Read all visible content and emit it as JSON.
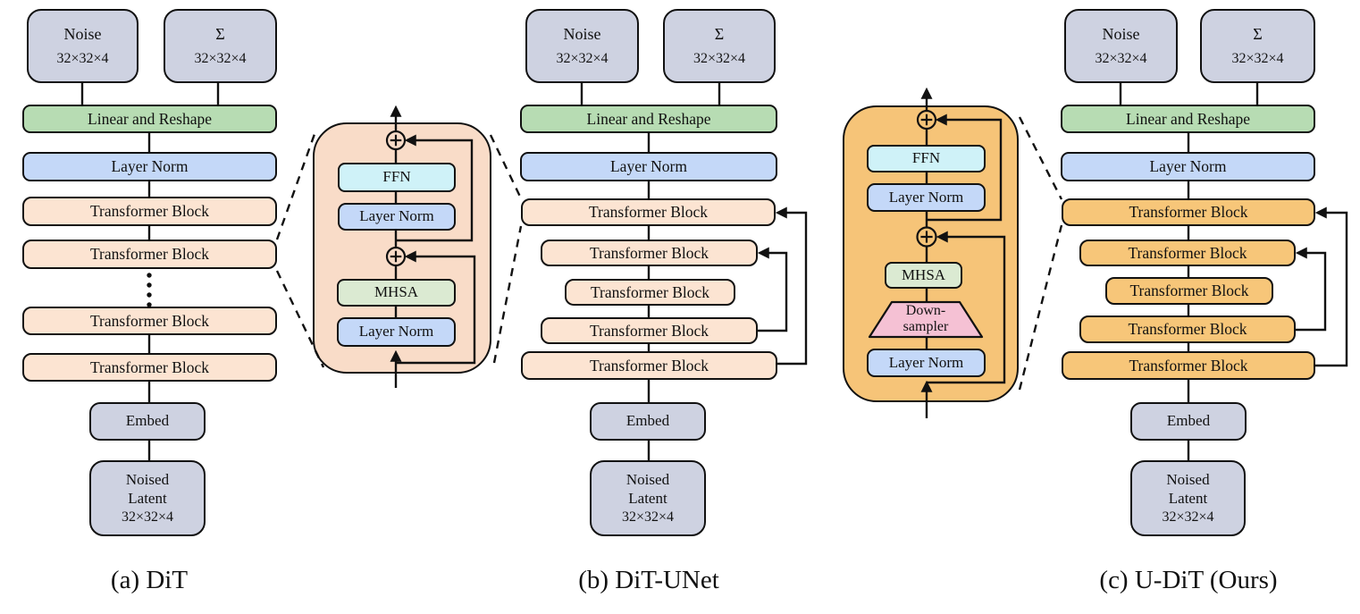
{
  "figure": {
    "columns": [
      {
        "caption": "(a) DiT",
        "output_boxes": [
          {
            "label": "Noise",
            "shape": "32×32×4"
          },
          {
            "label": "Σ",
            "shape": "32×32×4"
          }
        ],
        "linear_reshape_label": "Linear and Reshape",
        "layer_norm_label": "Layer Norm",
        "transformer_blocks": [
          "Transformer Block",
          "Transformer Block",
          "Transformer Block",
          "Transformer Block"
        ],
        "embed_label": "Embed",
        "input_box": {
          "line1": "Noised",
          "line2": "Latent",
          "shape": "32×32×4"
        }
      },
      {
        "caption": "(b) DiT-UNet",
        "output_boxes": [
          {
            "label": "Noise",
            "shape": "32×32×4"
          },
          {
            "label": "Σ",
            "shape": "32×32×4"
          }
        ],
        "linear_reshape_label": "Linear and Reshape",
        "layer_norm_label": "Layer Norm",
        "transformer_blocks": [
          "Transformer Block",
          "Transformer Block",
          "Transformer Block",
          "Transformer Block",
          "Transformer Block"
        ],
        "embed_label": "Embed",
        "input_box": {
          "line1": "Noised",
          "line2": "Latent",
          "shape": "32×32×4"
        }
      },
      {
        "caption": "(c) U-DiT (Ours)",
        "output_boxes": [
          {
            "label": "Noise",
            "shape": "32×32×4"
          },
          {
            "label": "Σ",
            "shape": "32×32×4"
          }
        ],
        "linear_reshape_label": "Linear and Reshape",
        "layer_norm_label": "Layer Norm",
        "transformer_blocks": [
          "Transformer Block",
          "Transformer Block",
          "Transformer Block",
          "Transformer Block",
          "Transformer Block"
        ],
        "embed_label": "Embed",
        "input_box": {
          "line1": "Noised",
          "line2": "Latent",
          "shape": "32×32×4"
        }
      }
    ],
    "insets": [
      {
        "ffn_label": "FFN",
        "layer_norm_top_label": "Layer Norm",
        "mhsa_label": "MHSA",
        "layer_norm_bottom_label": "Layer Norm"
      },
      {
        "ffn_label": "FFN",
        "layer_norm_top_label": "Layer Norm",
        "mhsa_label": "MHSA",
        "downsampler_line1": "Down-",
        "downsampler_line2": "sampler",
        "layer_norm_bottom_label": "Layer Norm"
      }
    ],
    "colors": {
      "io_box": "#ced2e1",
      "linear_reshape_bar": "#b7dcb3",
      "layer_norm_bar": "#c4d8f8",
      "transformer_block_peach": "#fce4d2",
      "transformer_block_orange": "#f7c679",
      "inset_dit_background": "#f9dcc8",
      "inset_udit_background": "#f6c478",
      "ffn_box": "#cff2f8",
      "mhsa_box": "#dbead2",
      "downsampler_trapezoid": "#f5c1d4",
      "line": "#111111"
    }
  }
}
